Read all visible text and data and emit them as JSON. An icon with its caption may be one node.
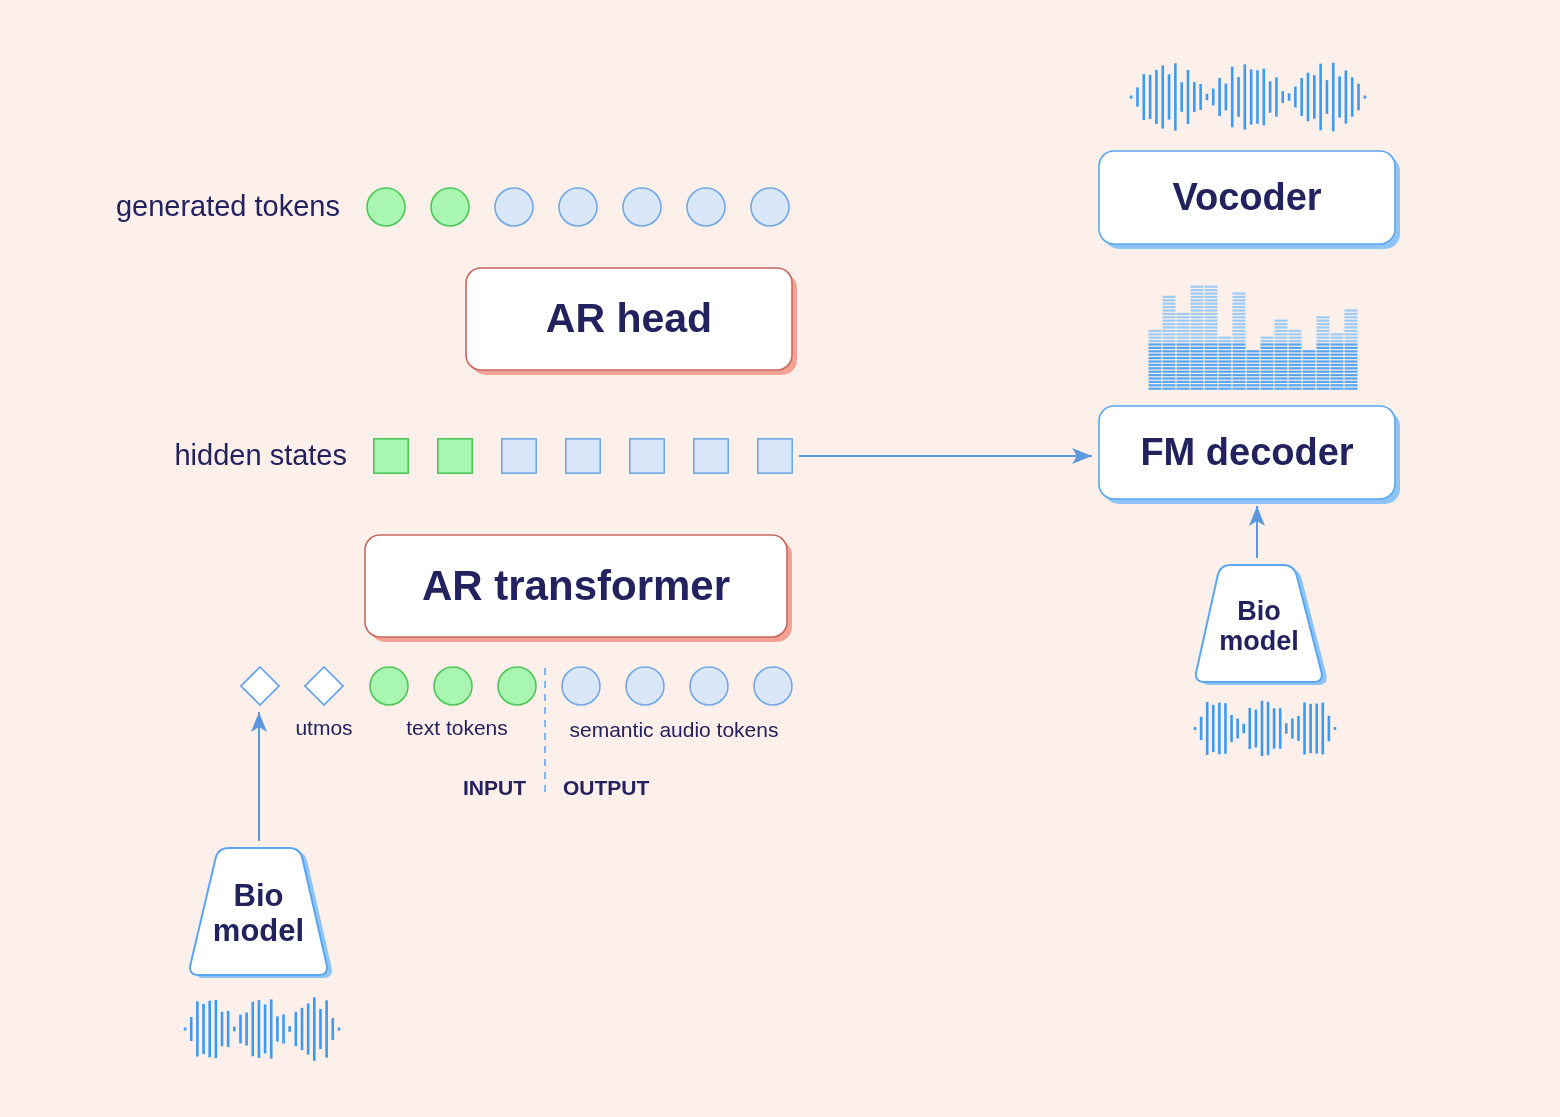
{
  "diagram": {
    "nodes": [
      {
        "text": [],
        "shape": "circle"
      },
      {
        "text": [],
        "shape": "circle"
      },
      {
        "text": [],
        "shape": "circle"
      },
      {
        "text": [],
        "shape": "circle"
      },
      {
        "text": [],
        "shape": "circle"
      },
      {
        "text": [],
        "shape": "circle"
      },
      {
        "text": [],
        "shape": "circle"
      },
      {
        "text": [
          "Vocoder"
        ]
      },
      {
        "text": [
          "AR head"
        ]
      },
      {
        "text": [],
        "shape": "box"
      },
      {
        "text": [],
        "shape": "box"
      },
      {
        "text": [],
        "shape": "box"
      },
      {
        "text": [],
        "shape": "box"
      },
      {
        "text": [],
        "shape": "box"
      },
      {
        "text": [],
        "shape": "box"
      },
      {
        "text": [],
        "shape": "box"
      },
      {
        "text": [
          "FM decoder"
        ]
      },
      {
        "text": [
          "AR transformer"
        ]
      },
      {
        "text": [
          "Bio model"
        ]
      },
      {
        "text": [],
        "shape": "diamond"
      },
      {
        "text": [],
        "shape": "diamond"
      },
      {
        "text": [],
        "shape": "circle"
      },
      {
        "text": [],
        "shape": "circle"
      },
      {
        "text": [],
        "shape": "circle"
      },
      {
        "text": [],
        "shape": "circle"
      },
      {
        "text": [],
        "shape": "circle"
      },
      {
        "text": [],
        "shape": "circle"
      },
      {
        "text": [],
        "shape": "circle"
      },
      {
        "text": [
          "Bio model"
        ]
      }
    ],
    "edges": [
      {
        "from": 15,
        "to": 16,
        "arrow": "to"
      },
      {
        "from": 18,
        "to": 16,
        "arrow": "to"
      },
      {
        "from": 28,
        "to": 19,
        "arrow": "to"
      }
    ],
    "labels": [
      "generated tokens",
      "hidden states",
      "utmos",
      "text tokens",
      "semantic audio tokens",
      "INPUT",
      "OUTPUT"
    ]
  }
}
